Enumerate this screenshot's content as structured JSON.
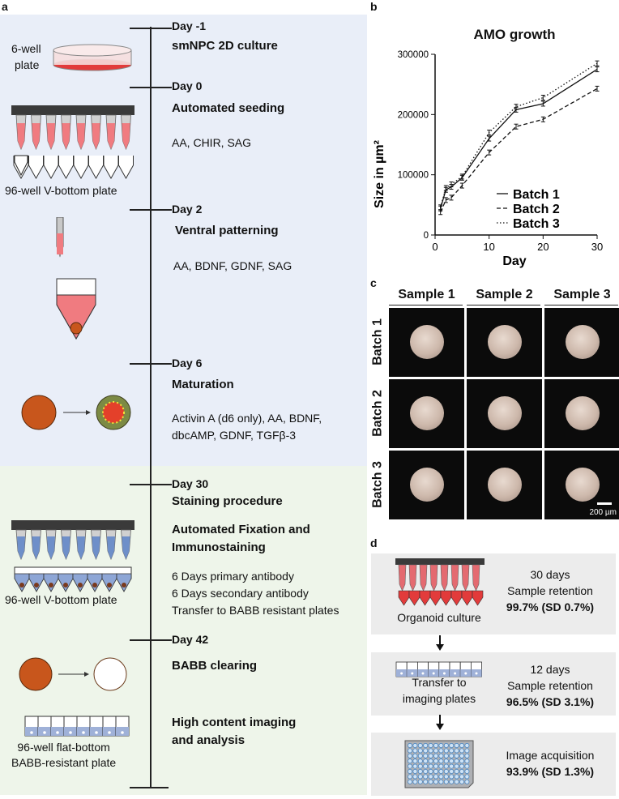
{
  "panel_labels": {
    "a": "a",
    "b": "b",
    "c": "c",
    "d": "d"
  },
  "timeline": {
    "steps": [
      {
        "day": "Day -1",
        "stage": "smNPC 2D culture",
        "reagents": []
      },
      {
        "day": "Day 0",
        "stage": "Automated seeding",
        "reagents": [
          "AA, CHIR, SAG"
        ]
      },
      {
        "day": "Day 2",
        "stage": "Ventral patterning",
        "reagents": [
          "AA, BDNF, GDNF, SAG"
        ]
      },
      {
        "day": "Day 6",
        "stage": "Maturation",
        "reagents": [
          "Activin A (d6 only), AA, BDNF,",
          "dbcAMP,  GDNF, TGFβ-3"
        ]
      },
      {
        "day": "Day 30",
        "stage": "Staining procedure",
        "substage": [
          "Automated Fixation and",
          "Immunostaining"
        ],
        "reagents": [
          "6 Days primary antibody",
          "6 Days secondary antibody",
          "Transfer to BABB resistant plates"
        ]
      },
      {
        "day": "Day 42",
        "stage": "BABB clearing",
        "substage": [
          "High content imaging",
          "and analysis"
        ],
        "reagents": []
      }
    ],
    "image_labels": {
      "six_well": [
        "6-well",
        "plate"
      ],
      "vbottom_1": "96-well V-bottom plate",
      "vbottom_2": "96-well V-bottom plate",
      "flat_bottom": [
        "96-well flat-bottom",
        "BABB-resistant plate"
      ]
    },
    "colors": {
      "medium": "#f07b80",
      "stain": "#6e8fc9",
      "organoid": "#c8561c",
      "blue_bg": "#e9eef8",
      "green_bg": "#eef5ea"
    }
  },
  "chart_data": {
    "type": "line",
    "title": "AMO growth",
    "xlabel": "Day",
    "ylabel": "Size in µm²",
    "xlim": [
      0,
      30
    ],
    "ylim": [
      0,
      300000
    ],
    "xticks": [
      0,
      10,
      20,
      30
    ],
    "yticks": [
      "0",
      "100000",
      "200000",
      "300000"
    ],
    "x": [
      1,
      2,
      3,
      5,
      10,
      15,
      20,
      30
    ],
    "legend_position": "lower-right",
    "series": [
      {
        "name": "Batch 1",
        "style": "solid",
        "values": [
          44000,
          75000,
          80000,
          95000,
          160000,
          208000,
          218000,
          275000
        ]
      },
      {
        "name": "Batch 2",
        "style": "dashed",
        "values": [
          38000,
          58000,
          62000,
          82000,
          137000,
          180000,
          192000,
          243000
        ]
      },
      {
        "name": "Batch 3",
        "style": "dotted",
        "values": [
          46000,
          78000,
          84000,
          97000,
          170000,
          213000,
          228000,
          285000
        ]
      }
    ]
  },
  "image_grid": {
    "columns": [
      "Sample 1",
      "Sample 2",
      "Sample 3"
    ],
    "rows": [
      "Batch 1",
      "Batch 2",
      "Batch 3"
    ],
    "scale_bar": "200 µm"
  },
  "retention": {
    "steps": [
      {
        "label": [
          "Organoid culture"
        ],
        "period": "30 days",
        "metric": "Sample retention",
        "value": "99.7% (SD 0.7%)"
      },
      {
        "label": [
          "Transfer to",
          "imaging plates"
        ],
        "period": "12 days",
        "metric": "Sample retention",
        "value": "96.5% (SD 3.1%)"
      },
      {
        "label": [],
        "period": "",
        "metric": "Image acquisition",
        "value": "93.9% (SD 1.3%)"
      }
    ]
  }
}
